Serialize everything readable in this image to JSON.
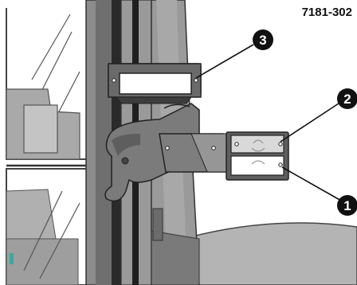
{
  "figure": {
    "reference_code": "7181-302",
    "callouts": [
      {
        "id": "callout-1",
        "label": "1"
      },
      {
        "id": "callout-2",
        "label": "2"
      },
      {
        "id": "callout-3",
        "label": "3"
      }
    ]
  }
}
